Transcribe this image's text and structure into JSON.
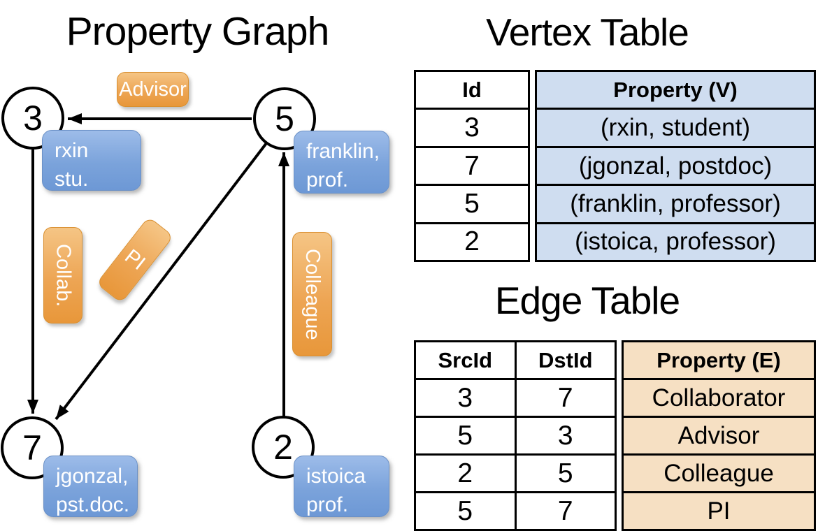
{
  "graph": {
    "title": "Property Graph",
    "nodes": [
      {
        "id": "3"
      },
      {
        "id": "5"
      },
      {
        "id": "7"
      },
      {
        "id": "2"
      }
    ],
    "cards": [
      {
        "line1": "rxin",
        "line2": "stu."
      },
      {
        "line1": "franklin,",
        "line2": "prof."
      },
      {
        "line1": "jgonzal,",
        "line2": "pst.doc."
      },
      {
        "line1": "istoica",
        "line2": "prof."
      }
    ],
    "edge_labels": {
      "advisor": "Advisor",
      "collab": "Collab.",
      "pi": "PI",
      "colleague": "Colleague"
    }
  },
  "vertex_table": {
    "title": "Vertex Table",
    "col_id": "Id",
    "col_prop": "Property (V)",
    "rows": [
      {
        "id": "3",
        "prop": "(rxin, student)"
      },
      {
        "id": "7",
        "prop": "(jgonzal, postdoc)"
      },
      {
        "id": "5",
        "prop": "(franklin, professor)"
      },
      {
        "id": "2",
        "prop": "(istoica, professor)"
      }
    ]
  },
  "edge_table": {
    "title": "Edge Table",
    "col_src": "SrcId",
    "col_dst": "DstId",
    "col_prop": "Property (E)",
    "rows": [
      {
        "src": "3",
        "dst": "7",
        "prop": "Collaborator"
      },
      {
        "src": "5",
        "dst": "3",
        "prop": "Advisor"
      },
      {
        "src": "2",
        "dst": "5",
        "prop": "Colleague"
      },
      {
        "src": "5",
        "dst": "7",
        "prop": "PI"
      }
    ]
  },
  "colors": {
    "edge_stroke": "#000000",
    "node_fill": "#ffffff",
    "orange_pill_top": "#f5c585",
    "orange_pill_bottom": "#e8973a",
    "blue_card_top": "#9dbce9",
    "blue_card_bottom": "#6d98d5",
    "vertex_prop_bg": "#cfddf0",
    "edge_prop_bg": "#f6e0c3"
  }
}
